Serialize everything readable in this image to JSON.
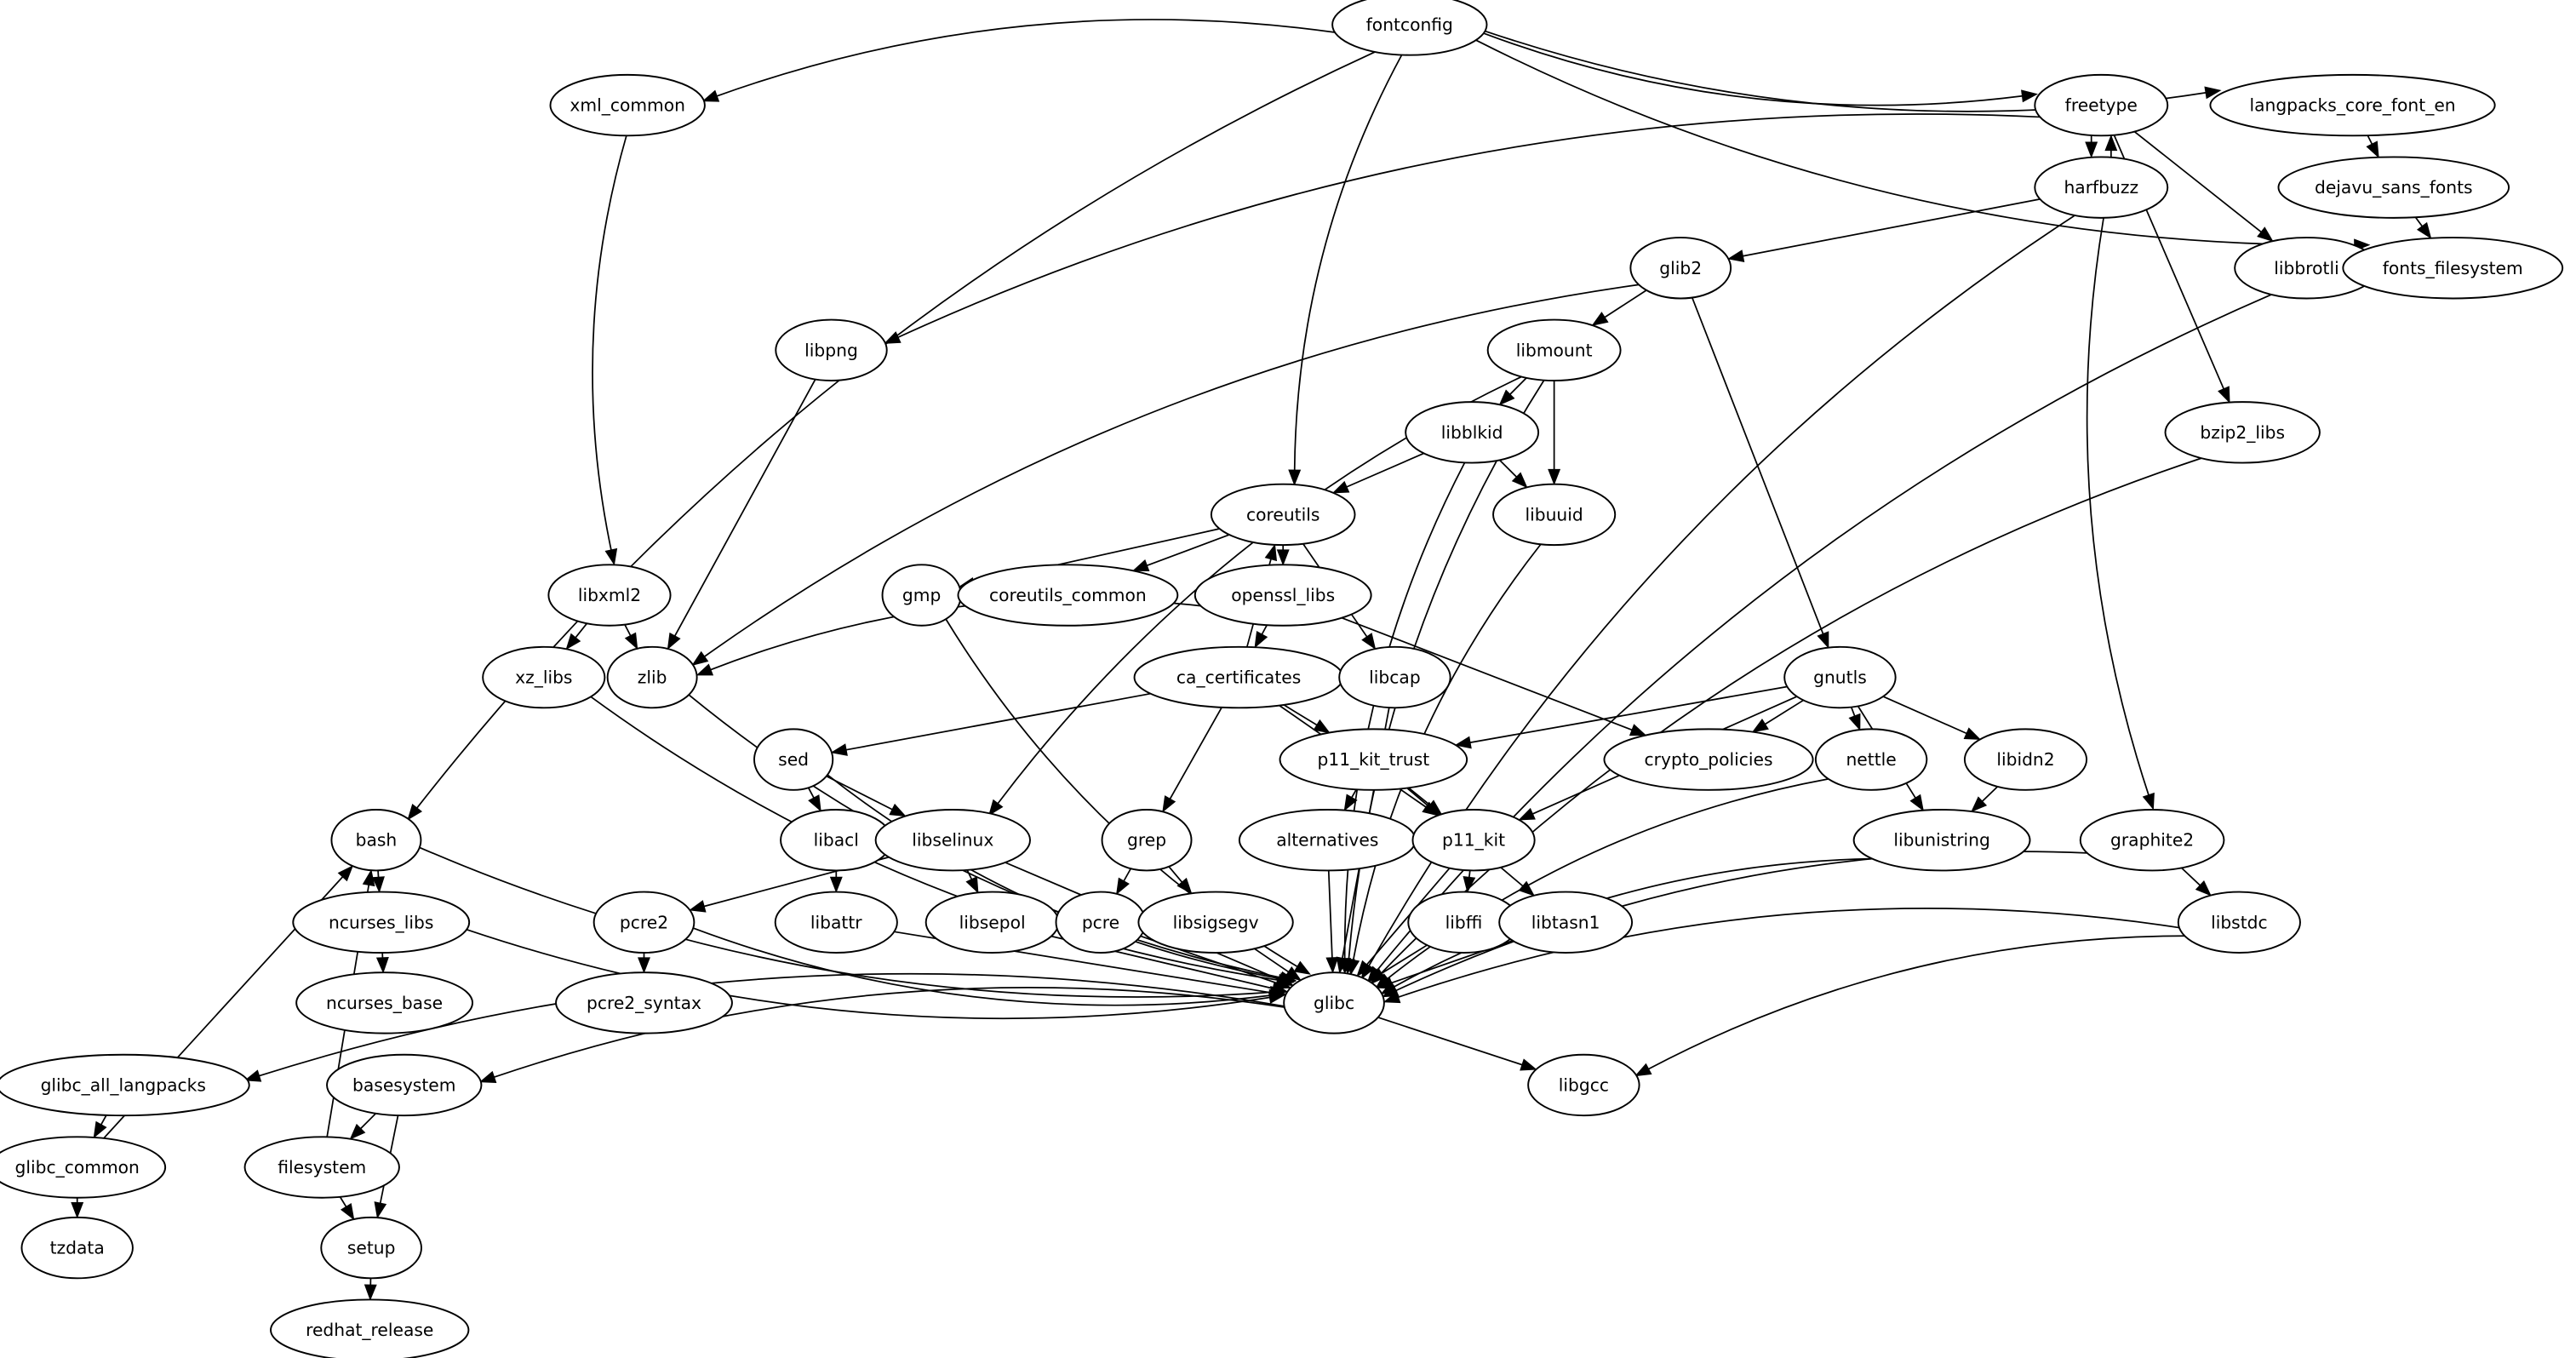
{
  "graph": {
    "type": "directed-dependency-graph",
    "colors": {
      "background": "#ffffff",
      "stroke": "#000000",
      "text": "#000000"
    },
    "nodes": [
      {
        "id": "fontconfig",
        "label": "fontconfig"
      },
      {
        "id": "xml_common",
        "label": "xml_common"
      },
      {
        "id": "freetype",
        "label": "freetype"
      },
      {
        "id": "langpacks_core_font_en",
        "label": "langpacks_core_font_en"
      },
      {
        "id": "harfbuzz",
        "label": "harfbuzz"
      },
      {
        "id": "dejavu_sans_fonts",
        "label": "dejavu_sans_fonts"
      },
      {
        "id": "glib2",
        "label": "glib2"
      },
      {
        "id": "libbrotli",
        "label": "libbrotli"
      },
      {
        "id": "fonts_filesystem",
        "label": "fonts_filesystem"
      },
      {
        "id": "libpng",
        "label": "libpng"
      },
      {
        "id": "libmount",
        "label": "libmount"
      },
      {
        "id": "libblkid",
        "label": "libblkid"
      },
      {
        "id": "bzip2_libs",
        "label": "bzip2_libs"
      },
      {
        "id": "coreutils",
        "label": "coreutils"
      },
      {
        "id": "libuuid",
        "label": "libuuid"
      },
      {
        "id": "libxml2",
        "label": "libxml2"
      },
      {
        "id": "gmp",
        "label": "gmp"
      },
      {
        "id": "coreutils_common",
        "label": "coreutils_common"
      },
      {
        "id": "openssl_libs",
        "label": "openssl_libs"
      },
      {
        "id": "xz_libs",
        "label": "xz_libs"
      },
      {
        "id": "zlib",
        "label": "zlib"
      },
      {
        "id": "ca_certificates",
        "label": "ca_certificates"
      },
      {
        "id": "libcap",
        "label": "libcap"
      },
      {
        "id": "gnutls",
        "label": "gnutls"
      },
      {
        "id": "sed",
        "label": "sed"
      },
      {
        "id": "p11_kit_trust",
        "label": "p11_kit_trust"
      },
      {
        "id": "crypto_policies",
        "label": "crypto_policies"
      },
      {
        "id": "nettle",
        "label": "nettle"
      },
      {
        "id": "libidn2",
        "label": "libidn2"
      },
      {
        "id": "bash",
        "label": "bash"
      },
      {
        "id": "libacl",
        "label": "libacl"
      },
      {
        "id": "libselinux",
        "label": "libselinux"
      },
      {
        "id": "grep",
        "label": "grep"
      },
      {
        "id": "alternatives",
        "label": "alternatives"
      },
      {
        "id": "p11_kit",
        "label": "p11_kit"
      },
      {
        "id": "libunistring",
        "label": "libunistring"
      },
      {
        "id": "graphite2",
        "label": "graphite2"
      },
      {
        "id": "ncurses_libs",
        "label": "ncurses_libs"
      },
      {
        "id": "pcre2",
        "label": "pcre2"
      },
      {
        "id": "libattr",
        "label": "libattr"
      },
      {
        "id": "libsepol",
        "label": "libsepol"
      },
      {
        "id": "pcre",
        "label": "pcre"
      },
      {
        "id": "libsigsegv",
        "label": "libsigsegv"
      },
      {
        "id": "libffi",
        "label": "libffi"
      },
      {
        "id": "libtasn1",
        "label": "libtasn1"
      },
      {
        "id": "libstdc",
        "label": "libstdc"
      },
      {
        "id": "glibc",
        "label": "glibc"
      },
      {
        "id": "ncurses_base",
        "label": "ncurses_base"
      },
      {
        "id": "pcre2_syntax",
        "label": "pcre2_syntax"
      },
      {
        "id": "glibc_all_langpacks",
        "label": "glibc_all_langpacks"
      },
      {
        "id": "basesystem",
        "label": "basesystem"
      },
      {
        "id": "libgcc",
        "label": "libgcc"
      },
      {
        "id": "glibc_common",
        "label": "glibc_common"
      },
      {
        "id": "filesystem",
        "label": "filesystem"
      },
      {
        "id": "tzdata",
        "label": "tzdata"
      },
      {
        "id": "setup",
        "label": "setup"
      },
      {
        "id": "redhat_release",
        "label": "redhat_release"
      }
    ],
    "edges": [
      [
        "fontconfig",
        "xml_common"
      ],
      [
        "fontconfig",
        "freetype"
      ],
      [
        "fontconfig",
        "langpacks_core_font_en"
      ],
      [
        "fontconfig",
        "fonts_filesystem"
      ],
      [
        "fontconfig",
        "bash"
      ],
      [
        "fontconfig",
        "coreutils"
      ],
      [
        "freetype",
        "harfbuzz"
      ],
      [
        "harfbuzz",
        "freetype"
      ],
      [
        "freetype",
        "libpng"
      ],
      [
        "freetype",
        "libbrotli"
      ],
      [
        "freetype",
        "bzip2_libs"
      ],
      [
        "langpacks_core_font_en",
        "dejavu_sans_fonts"
      ],
      [
        "dejavu_sans_fonts",
        "fonts_filesystem"
      ],
      [
        "harfbuzz",
        "glib2"
      ],
      [
        "harfbuzz",
        "graphite2"
      ],
      [
        "harfbuzz",
        "glibc"
      ],
      [
        "glib2",
        "libmount"
      ],
      [
        "glib2",
        "zlib"
      ],
      [
        "glib2",
        "gnutls"
      ],
      [
        "xml_common",
        "libxml2"
      ],
      [
        "libpng",
        "zlib"
      ],
      [
        "libmount",
        "libblkid"
      ],
      [
        "libmount",
        "libuuid"
      ],
      [
        "libmount",
        "libselinux"
      ],
      [
        "libmount",
        "glibc"
      ],
      [
        "libblkid",
        "coreutils"
      ],
      [
        "libblkid",
        "libuuid"
      ],
      [
        "libblkid",
        "glibc"
      ],
      [
        "libbrotli",
        "glibc"
      ],
      [
        "bzip2_libs",
        "glibc"
      ],
      [
        "libuuid",
        "glibc"
      ],
      [
        "coreutils",
        "gmp"
      ],
      [
        "coreutils",
        "coreutils_common"
      ],
      [
        "coreutils",
        "openssl_libs"
      ],
      [
        "coreutils",
        "libcap"
      ],
      [
        "ca_certificates",
        "coreutils"
      ],
      [
        "libxml2",
        "xz_libs"
      ],
      [
        "libxml2",
        "zlib"
      ],
      [
        "openssl_libs",
        "zlib"
      ],
      [
        "openssl_libs",
        "ca_certificates"
      ],
      [
        "openssl_libs",
        "crypto_policies"
      ],
      [
        "gmp",
        "glibc"
      ],
      [
        "xz_libs",
        "glibc"
      ],
      [
        "zlib",
        "glibc"
      ],
      [
        "ca_certificates",
        "sed"
      ],
      [
        "ca_certificates",
        "grep"
      ],
      [
        "ca_certificates",
        "p11_kit_trust"
      ],
      [
        "ca_certificates",
        "p11_kit"
      ],
      [
        "libcap",
        "glibc"
      ],
      [
        "gnutls",
        "crypto_policies"
      ],
      [
        "gnutls",
        "nettle"
      ],
      [
        "gnutls",
        "libidn2"
      ],
      [
        "gnutls",
        "libunistring"
      ],
      [
        "gnutls",
        "p11_kit_trust"
      ],
      [
        "gnutls",
        "p11_kit"
      ],
      [
        "sed",
        "libacl"
      ],
      [
        "sed",
        "libselinux"
      ],
      [
        "sed",
        "glibc"
      ],
      [
        "p11_kit_trust",
        "alternatives"
      ],
      [
        "p11_kit_trust",
        "p11_kit"
      ],
      [
        "p11_kit_trust",
        "libtasn1"
      ],
      [
        "nettle",
        "glibc"
      ],
      [
        "libidn2",
        "libunistring"
      ],
      [
        "bash",
        "ncurses_libs"
      ],
      [
        "bash",
        "glibc"
      ],
      [
        "libacl",
        "libattr"
      ],
      [
        "libselinux",
        "pcre2"
      ],
      [
        "libselinux",
        "libsepol"
      ],
      [
        "libselinux",
        "glibc"
      ],
      [
        "grep",
        "pcre"
      ],
      [
        "grep",
        "libsigsegv"
      ],
      [
        "alternatives",
        "glibc"
      ],
      [
        "p11_kit",
        "libffi"
      ],
      [
        "p11_kit",
        "glibc"
      ],
      [
        "libunistring",
        "glibc"
      ],
      [
        "graphite2",
        "libstdc"
      ],
      [
        "graphite2",
        "glibc"
      ],
      [
        "ncurses_libs",
        "ncurses_base"
      ],
      [
        "ncurses_libs",
        "glibc"
      ],
      [
        "pcre2",
        "pcre2_syntax"
      ],
      [
        "pcre2",
        "glibc"
      ],
      [
        "libattr",
        "glibc"
      ],
      [
        "libsepol",
        "glibc"
      ],
      [
        "pcre",
        "glibc"
      ],
      [
        "libsigsegv",
        "glibc"
      ],
      [
        "libffi",
        "glibc"
      ],
      [
        "libtasn1",
        "glibc"
      ],
      [
        "libstdc",
        "glibc"
      ],
      [
        "libstdc",
        "libgcc"
      ],
      [
        "glibc",
        "glibc_all_langpacks"
      ],
      [
        "glibc",
        "basesystem"
      ],
      [
        "glibc",
        "libgcc"
      ],
      [
        "glibc_all_langpacks",
        "glibc_common"
      ],
      [
        "glibc_common",
        "bash"
      ],
      [
        "glibc_common",
        "tzdata"
      ],
      [
        "basesystem",
        "filesystem"
      ],
      [
        "basesystem",
        "setup"
      ],
      [
        "filesystem",
        "bash"
      ],
      [
        "filesystem",
        "setup"
      ],
      [
        "setup",
        "redhat_release"
      ]
    ]
  }
}
